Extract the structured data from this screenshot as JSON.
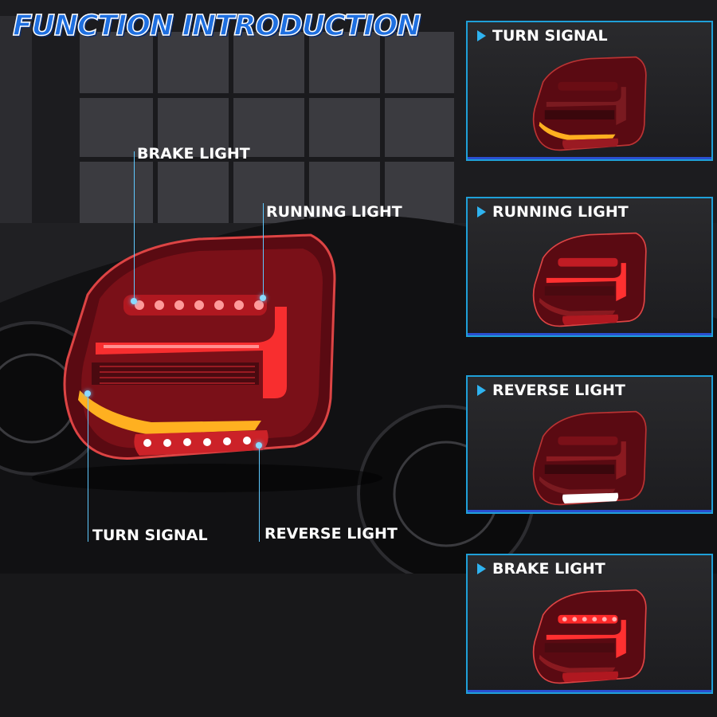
{
  "title": "FUNCTION INTRODUCTION",
  "main_image": {
    "callouts": {
      "brake": "BRAKE LIGHT",
      "running": "RUNNING LIGHT",
      "turn": "TURN SIGNAL",
      "reverse": "REVERSE LIGHT"
    }
  },
  "panels": [
    {
      "label": "TURN SIGNAL",
      "mode": "turn"
    },
    {
      "label": "RUNNING LIGHT",
      "mode": "running"
    },
    {
      "label": "REVERSE LIGHT",
      "mode": "reverse"
    },
    {
      "label": "BRAKE LIGHT",
      "mode": "brake"
    }
  ],
  "colors": {
    "accent": "#1fa0d8",
    "title_blue": "#1e6fe0",
    "lens_red": "#8a1020",
    "glow_red": "#ff2a2a",
    "amber": "#ffb020",
    "reverse_white": "#ffffff"
  }
}
